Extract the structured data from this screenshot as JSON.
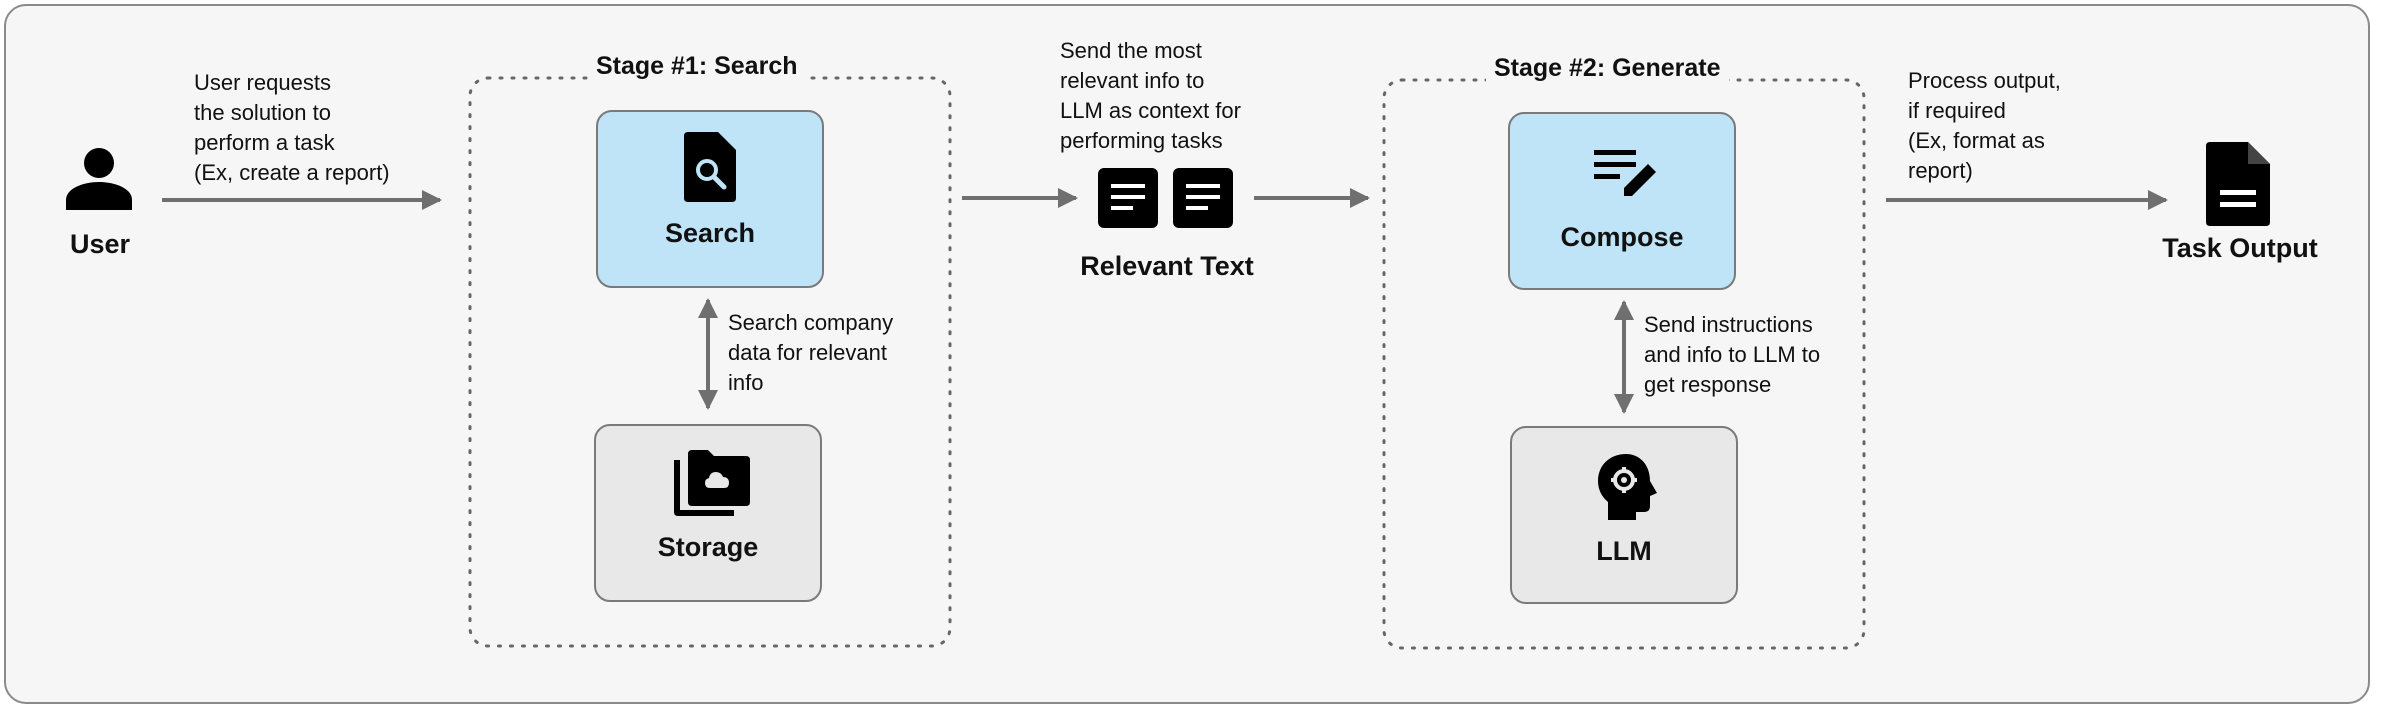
{
  "nodes": {
    "user": "User",
    "search": "Search",
    "storage": "Storage",
    "relevant_text": "Relevant Text",
    "compose": "Compose",
    "llm": "LLM",
    "task_output": "Task Output"
  },
  "stages": {
    "stage1": "Stage #1: Search",
    "stage2": "Stage #2: Generate"
  },
  "annotations": {
    "user_request": "User requests\nthe solution to\nperform a task\n(Ex, create a report)",
    "send_context": "Send the most\nrelevant info to\nLLM as context for\nperforming tasks",
    "process_output": "Process output,\nif required\n(Ex, format as\nreport)",
    "search_storage": "Search company\ndata for relevant\ninfo",
    "compose_llm": "Send instructions\nand info to LLM to\nget response"
  },
  "icons": {
    "user": "person-icon",
    "search": "file-search-icon",
    "storage": "cloud-folder-icon",
    "relevant_text": "document-icon",
    "compose": "edit-notes-icon",
    "llm": "brain-head-icon",
    "task_output": "file-icon"
  },
  "colors": {
    "stage_box_fill": "#bfe4f7",
    "store_box_fill": "#e8e8e8",
    "arrow": "#6f6f6f"
  }
}
